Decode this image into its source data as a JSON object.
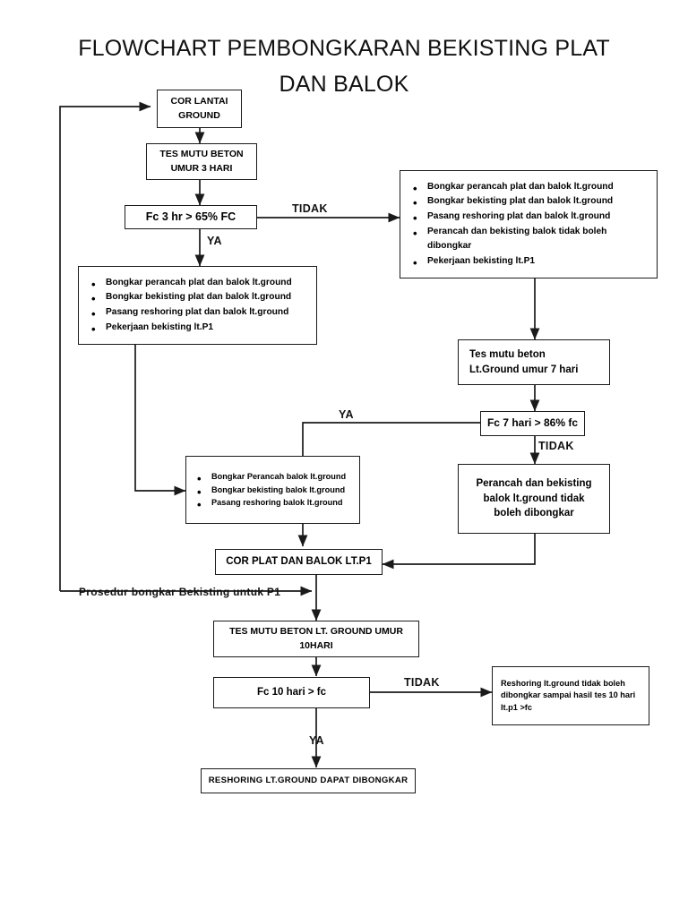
{
  "title": {
    "line1": "FLOWCHART PEMBONGKARAN BEKISTING PLAT",
    "line2": "DAN BALOK"
  },
  "nodes": {
    "cor_lantai_ground": {
      "line1": "COR LANTAI",
      "line2": "GROUND"
    },
    "tes_mutu_3hari": {
      "line1": "TES MUTU BETON",
      "line2": "UMUR 3 HARI"
    },
    "fc3hr": {
      "line1": "Fc 3 hr > 65% FC"
    },
    "bongkar_left": {
      "items": [
        "Bongkar  perancah plat dan balok lt.ground",
        "Bongkar bekisting plat dan balok lt.ground",
        "Pasang reshoring plat dan balok lt.ground",
        "Pekerjaan bekisting lt.P1"
      ]
    },
    "bongkar_right": {
      "items": [
        "Bongkar perancah plat dan balok lt.ground",
        "Bongkar bekisting plat dan balok lt.ground",
        "Pasang reshoring plat dan balok  lt.ground",
        "Perancah dan bekisting balok tidak boleh",
        "dibongkar",
        "Pekerjaan bekisting lt.P1"
      ]
    },
    "tes_mutu_7hari": {
      "line1": "Tes mutu beton",
      "line2": "Lt.Ground umur 7 hari"
    },
    "fc7hari": {
      "line1": "Fc 7 hari > 86% fc"
    },
    "perancah_tidak_boleh": {
      "line1": "Perancah dan bekisting",
      "line2": "balok lt.ground tidak",
      "line3": "boleh dibongkar"
    },
    "bongkar_balok": {
      "items": [
        "Bongkar Perancah balok lt.ground",
        "Bongkar bekisting balok lt.ground",
        "Pasang reshoring balok lt.ground"
      ]
    },
    "cor_plat_p1": {
      "line1": "COR PLAT DAN BALOK LT.P1"
    },
    "tes_mutu_10hari": {
      "line1": "TES MUTU BETON LT. GROUND UMUR",
      "line2": "10HARI"
    },
    "fc10hari": {
      "line1": "Fc 10 hari > fc"
    },
    "reshoring_tidak_boleh": {
      "line1": "Reshoring lt.ground tidak boleh",
      "line2": "dibongkar sampai hasil tes 10 hari",
      "line3": "lt.p1 >fc"
    },
    "reshoring_dapat": {
      "line1": "RESHORING LT.GROUND DAPAT DIBONGKAR"
    }
  },
  "edge_labels": {
    "tidak_fc3": "TIDAK",
    "ya_fc3": "YA",
    "ya_fc7": "YA",
    "tidak_fc7": "TIDAK",
    "tidak_fc10": "TIDAK",
    "ya_fc10": "YA",
    "prosedur": "Prosedur bongkar Bekisting untuk P1"
  },
  "colors": {
    "ink": "#1a1a1a",
    "background": "#ffffff"
  }
}
